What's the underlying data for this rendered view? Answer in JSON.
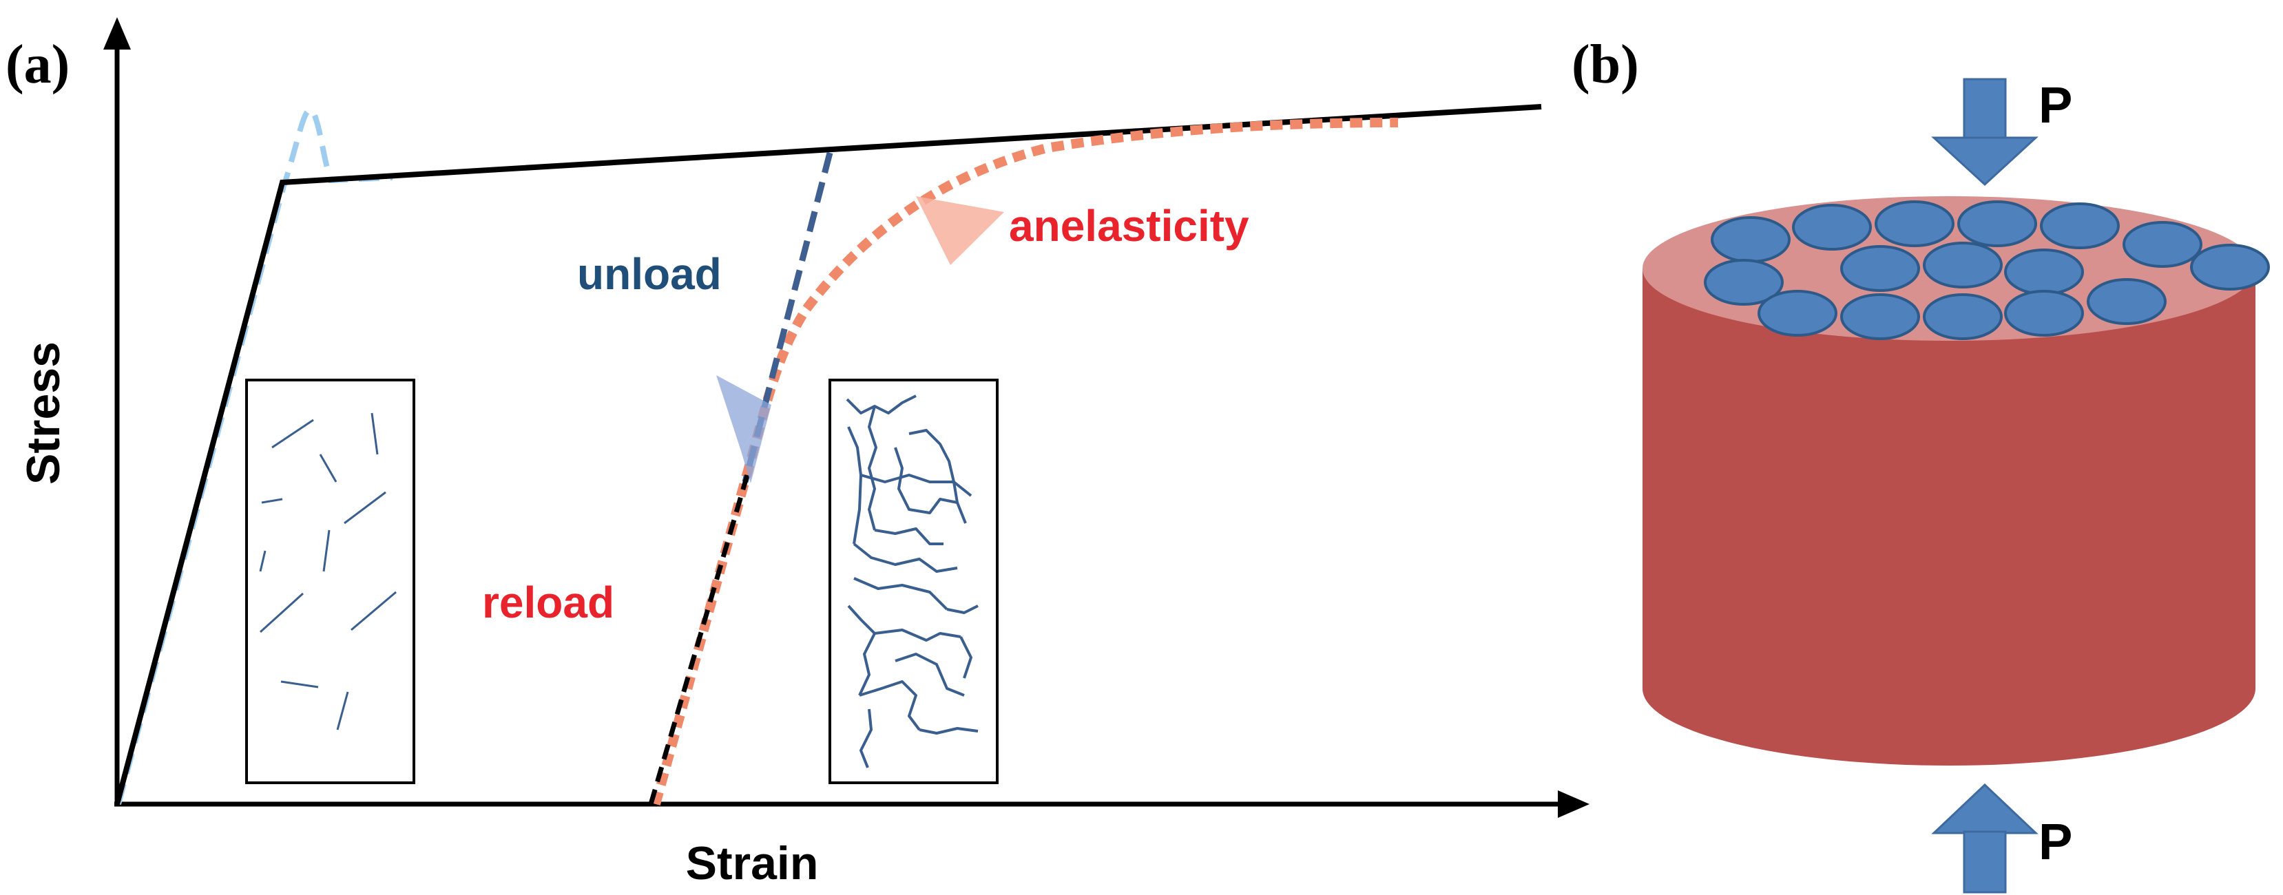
{
  "panel_a": {
    "label": "(a)",
    "xlabel": "Strain",
    "ylabel": "Stress",
    "labels": {
      "unload": "unload",
      "reload": "reload",
      "anelasticity": "anelasticity"
    }
  },
  "panel_b": {
    "label": "(b)",
    "force_top": "P",
    "force_bottom": "P"
  },
  "colors": {
    "axis": "#000000",
    "bilinear": "#000000",
    "dashed_initial": "#9fcdf0",
    "unload": "#3e5f8f",
    "unload_text": "#1f4e79",
    "reload": "#f0896a",
    "reload_text": "#e8232b",
    "arrow_unload": "#8ea6d8",
    "cracks": "#3a5f8f",
    "cylinder_body": "#b94f4c",
    "cylinder_top": "#d9918f",
    "fibers": "#4f81bd",
    "force_arrow": "#4f81bd"
  }
}
